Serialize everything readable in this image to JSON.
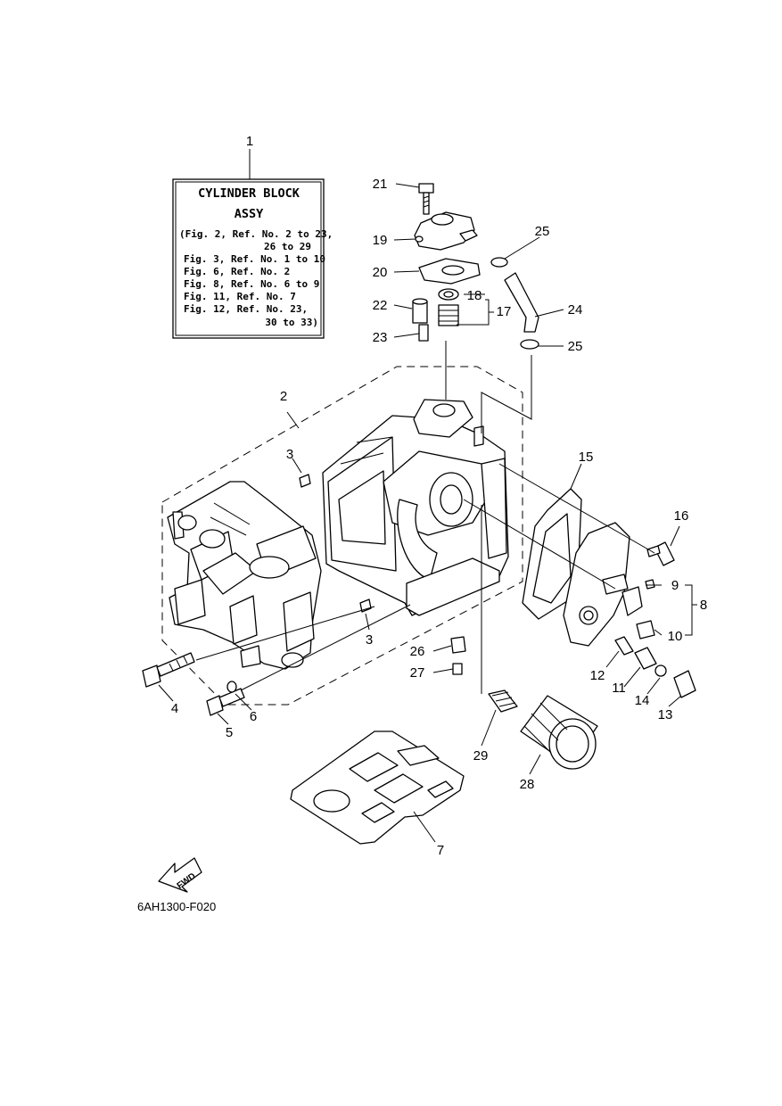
{
  "legend_box": {
    "title_line1": "CYLINDER BLOCK",
    "title_line2": "ASSY",
    "refs": [
      "(Fig. 2, Ref. No. 2 to 23,",
      "26 to 29",
      "Fig. 3, Ref. No. 1 to 10",
      "Fig. 6, Ref. No. 2",
      "Fig. 8, Ref. No. 6 to 9",
      "Fig. 11, Ref. No. 7",
      "Fig. 12, Ref. No. 23,",
      "30 to 33)"
    ]
  },
  "callouts": {
    "c1": "1",
    "c2": "2",
    "c3a": "3",
    "c3b": "3",
    "c4": "4",
    "c5": "5",
    "c6": "6",
    "c7": "7",
    "c8": "8",
    "c9": "9",
    "c10": "10",
    "c11": "11",
    "c12": "12",
    "c13": "13",
    "c14": "14",
    "c15": "15",
    "c16": "16",
    "c17": "17",
    "c18": "18",
    "c19": "19",
    "c20": "20",
    "c21": "21",
    "c22": "22",
    "c23": "23",
    "c24": "24",
    "c25a": "25",
    "c25b": "25",
    "c26": "26",
    "c27": "27",
    "c28": "28",
    "c29": "29"
  },
  "fwd_label": "FWD",
  "figure_code": "6AH1300-F020"
}
